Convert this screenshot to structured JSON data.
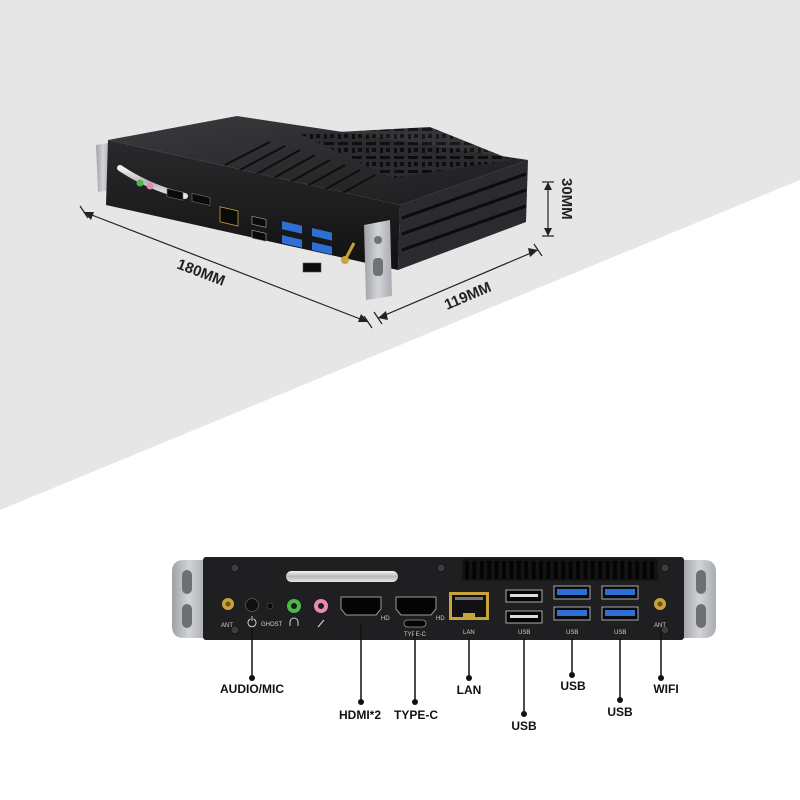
{
  "dimensions": {
    "length": "180MM",
    "width": "119MM",
    "height": "30MM"
  },
  "panel_silk": {
    "ant_left": "ANT",
    "ghost": "GHOST",
    "hd": "HD",
    "type_c": "TYPE-C",
    "lan": "LAN",
    "usb": "USB",
    "ant_right": "ANT"
  },
  "port_callouts": {
    "audio_mic": "AUDIO/MIC",
    "hdmi": "HDMI*2",
    "type_c": "TYPE-C",
    "lan": "LAN",
    "usb_lower_left": "USB",
    "usb_upper": "USB",
    "usb_lower_right": "USB",
    "wifi": "WIFI"
  },
  "colors": {
    "background_band": "#e6e6e6",
    "chassis": "#1f1f21",
    "usb3_blue": "#2d6fd2",
    "mount_bracket": "#b9bcc0",
    "audio_green": "#4db84a",
    "mic_pink": "#e58ab8",
    "antenna_gold": "#c9a23a"
  }
}
